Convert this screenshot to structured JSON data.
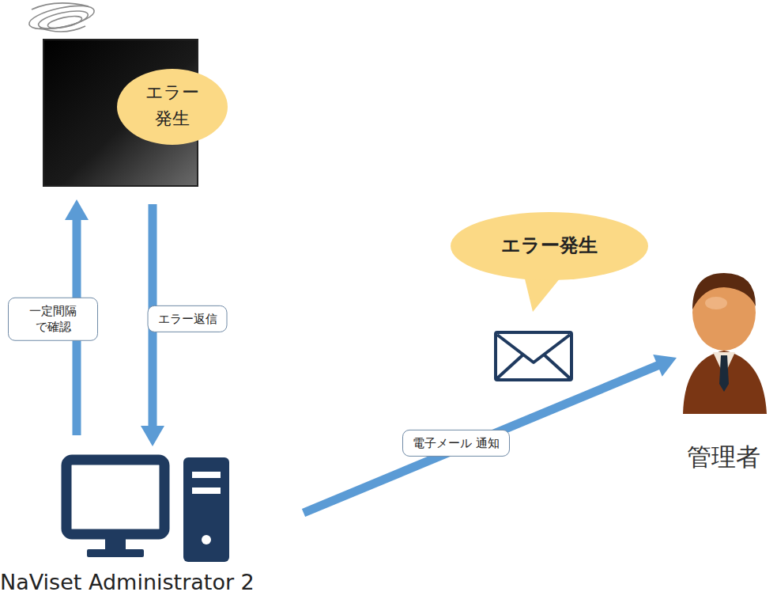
{
  "diagram": {
    "nodes": [
      {
        "text": [
          "エラー 発生"
        ]
      },
      {
        "text": [
          "NaViset Administrator 2"
        ]
      },
      {
        "text": [
          "エラー発生"
        ]
      },
      {
        "text": [
          "管理者"
        ]
      }
    ],
    "edges": [
      {
        "from": 1,
        "to": 0,
        "arrow": "to",
        "label": "一定間隔 で確認"
      },
      {
        "from": 0,
        "to": 1,
        "arrow": "to",
        "label": "エラー返信"
      },
      {
        "from": 1,
        "to": 3,
        "arrow": "to",
        "label": "電子メール 通知"
      }
    ]
  }
}
